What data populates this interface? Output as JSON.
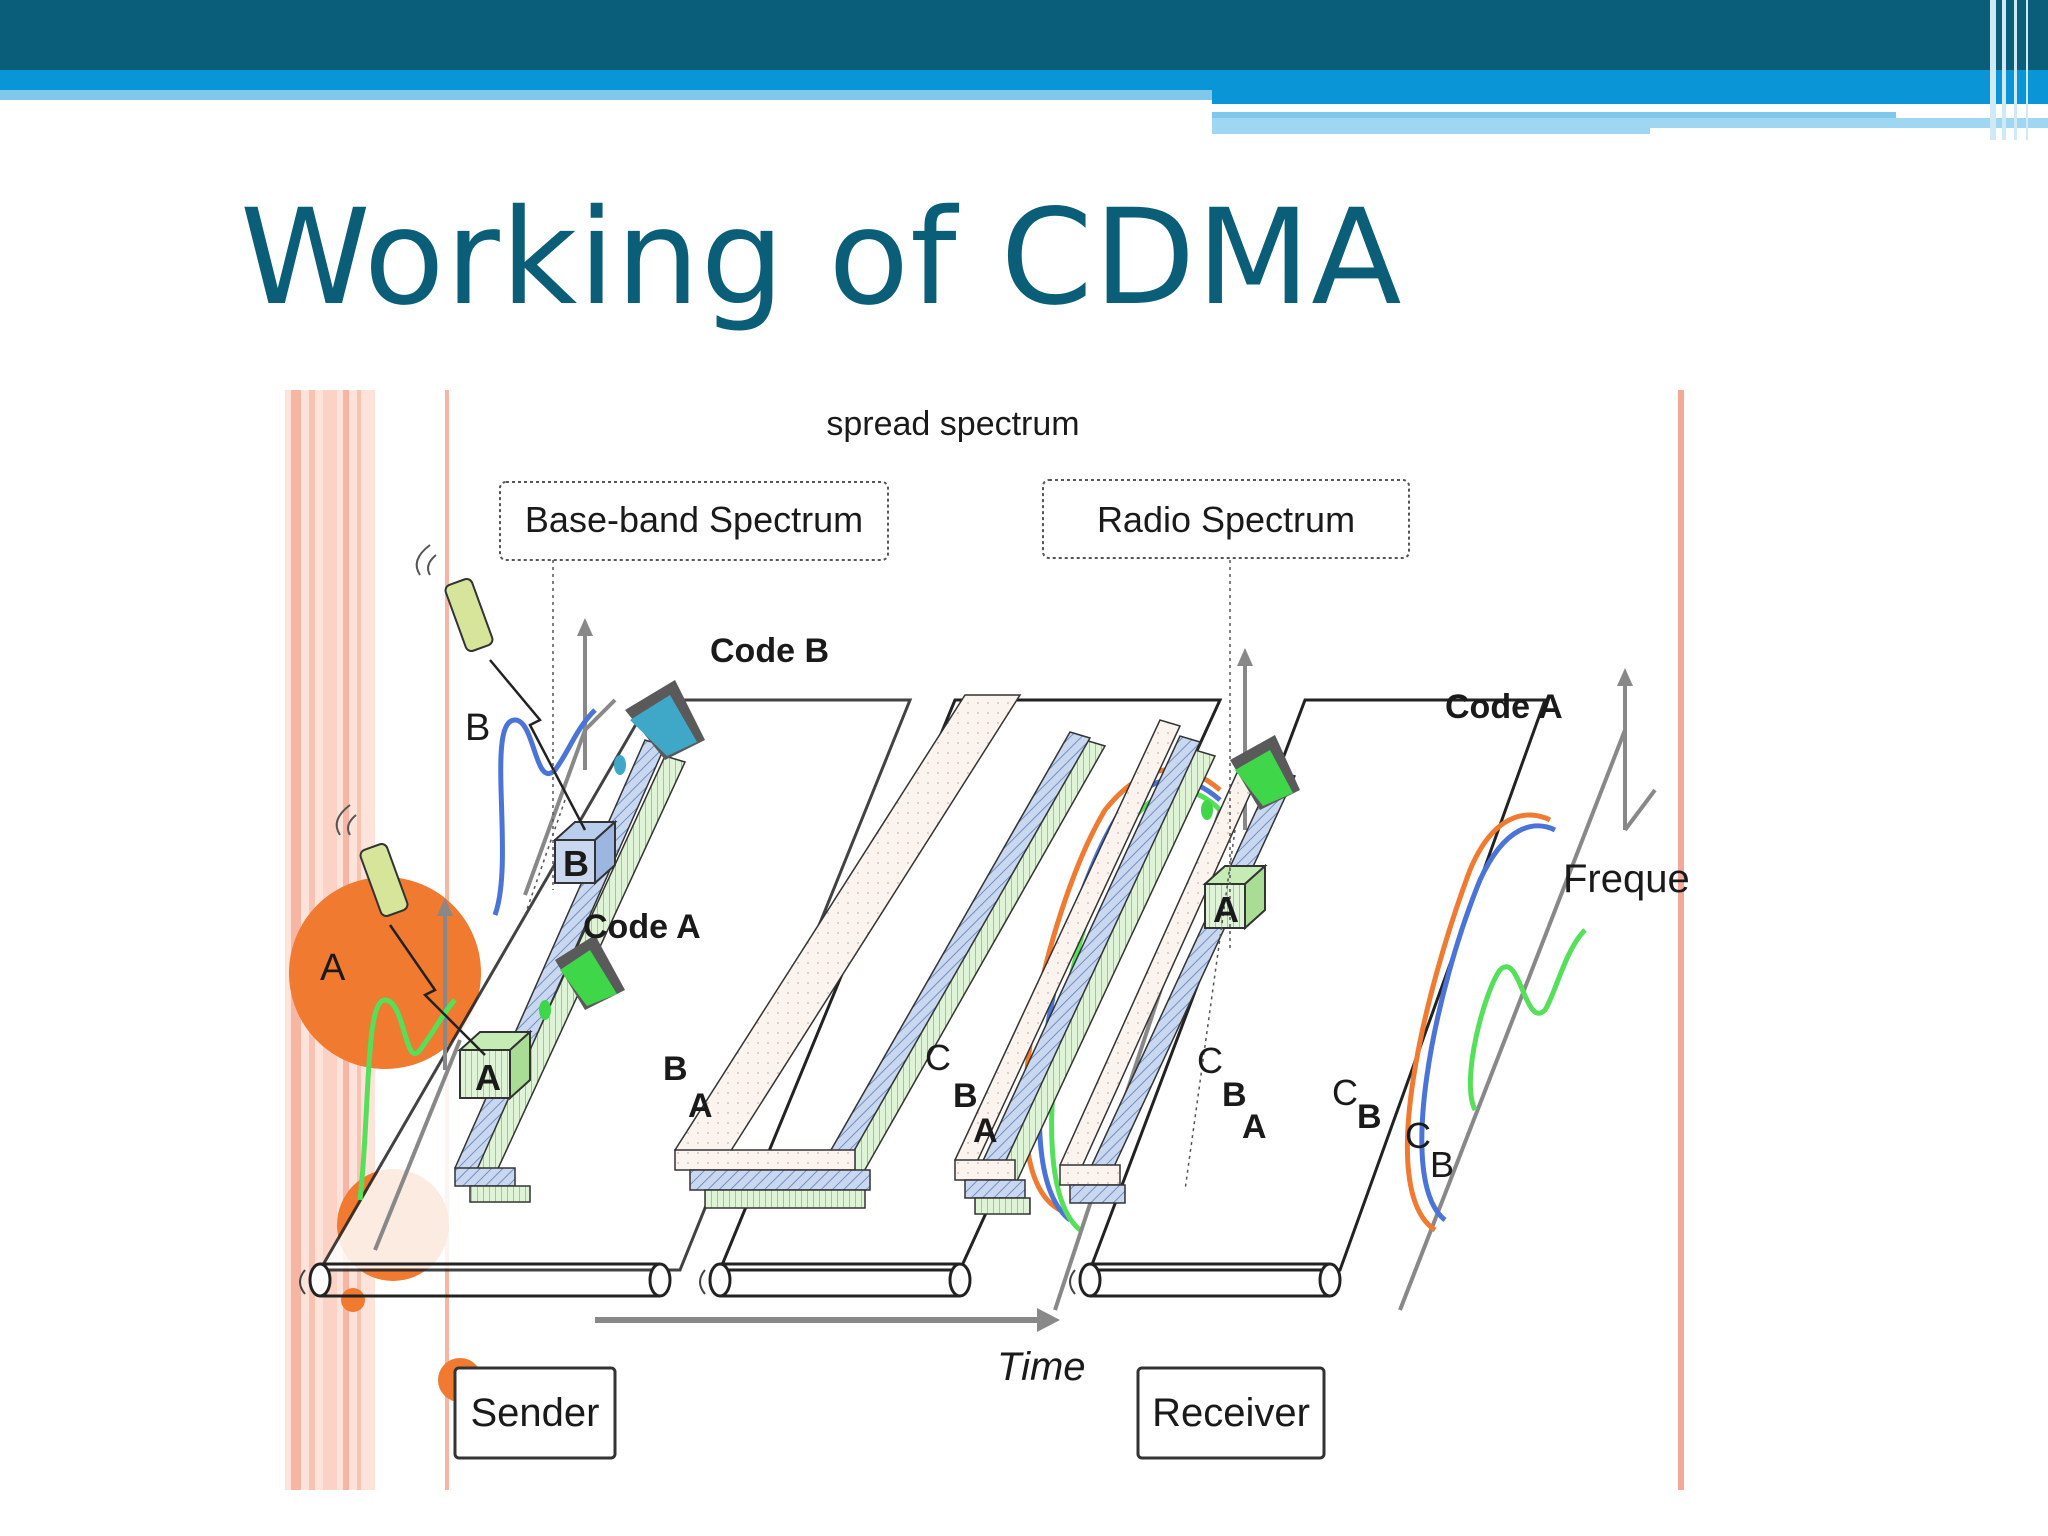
{
  "slide": {
    "title": "Working of CDMA"
  },
  "theme": {
    "title_color": "#0b5e77",
    "band_dark": "#0a5e7a",
    "band_mid": "#0a96d6",
    "band_light": "#7fc8ec",
    "decor_orange": "#f07a30",
    "decor_pink": "#f7b6a4"
  },
  "diagram": {
    "top_label": "spread spectrum",
    "box_baseband": "Base-band Spectrum",
    "box_radio": "Radio Spectrum",
    "code_b_sender": "Code B",
    "code_a_sender": "Code A",
    "code_a_receiver": "Code A",
    "user_a": "A",
    "user_b": "B",
    "cube_a": "A",
    "cube_b": "B",
    "cube_a_receiver": "A",
    "stack1_b": "B",
    "stack1_a": "A",
    "stack2_c": "C",
    "stack2_b": "B",
    "stack2_a": "A",
    "stack3_c": "C",
    "stack3_b": "B",
    "stack3_a": "A",
    "stack4_c": "C",
    "stack4_b": "B",
    "curve_c": "C",
    "curve_b": "B",
    "freq_axis": "Freque",
    "time_axis": "Time",
    "sender": "Sender",
    "receiver": "Receiver"
  }
}
